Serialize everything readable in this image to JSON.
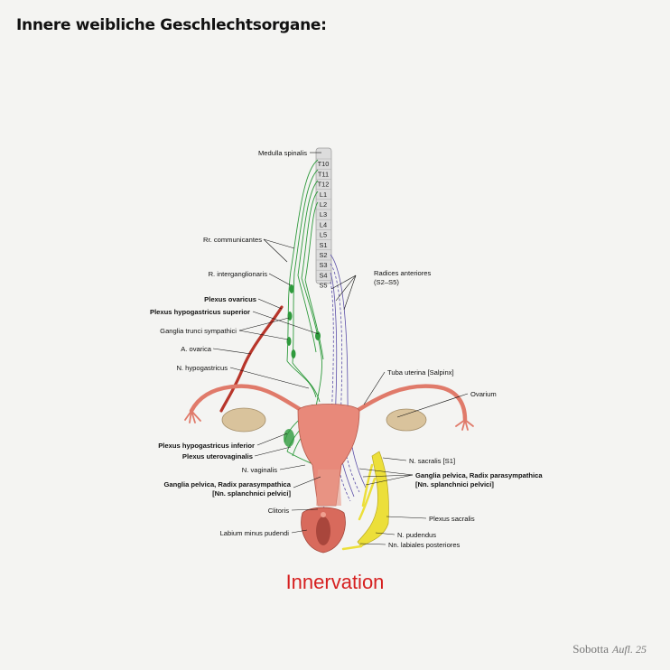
{
  "title": "Innere weibliche Geschlechtsorgane:",
  "subtitle": "Innervation",
  "credit": {
    "book": "Sobotta",
    "edition": "Aufl. 25"
  },
  "vertebrae": [
    "T10",
    "T11",
    "T12",
    "L1",
    "L2",
    "L3",
    "L4",
    "L5",
    "S1",
    "S2",
    "S3",
    "S4",
    "S5"
  ],
  "labels": {
    "medulla": "Medulla spinalis",
    "rr_comm": "Rr. communicantes",
    "r_interg": "R. interganglionaris",
    "plexus_ovaricus": "Plexus ovaricus",
    "plexus_hyp_sup": "Plexus hypogastricus superior",
    "ganglia_trunci": "Ganglia trunci sympathici",
    "a_ovarica": "A. ovarica",
    "n_hypogastricus": "N. hypogastricus",
    "plexus_hyp_inf": "Plexus hypogastricus inferior",
    "plexus_uterovag": "Plexus uterovaginalis",
    "n_vaginalis": "N. vaginalis",
    "ganglia_pelvica_l1": "Ganglia pelvica, Radix parasympathica",
    "ganglia_pelvica_l2": "[Nn. splanchnici pelvici]",
    "clitoris": "Clitoris",
    "labium": "Labium minus pudendi",
    "radices_l1": "Radices anteriores",
    "radices_l2": "(S2–S5)",
    "tuba": "Tuba uterina [Salpinx]",
    "ovarium": "Ovarium",
    "n_sacralis": "N. sacralis [S1]",
    "ganglia_pelvica_r1": "Ganglia pelvica, Radix parasympathica",
    "ganglia_pelvica_r2": "[Nn. splanchnici pelvici]",
    "plexus_sacralis": "Plexus sacralis",
    "n_pudendus": "N. pudendus",
    "nn_labiales": "Nn. labiales posteriores"
  },
  "colors": {
    "sympathetic": "#2e9a3c",
    "parasympathetic": "#5b4fa8",
    "artery": "#b8352a",
    "uterus": "#e8897a",
    "ovary": "#d9c39c",
    "sacral_plexus": "#ecdf3a",
    "caption": "#d62020"
  }
}
